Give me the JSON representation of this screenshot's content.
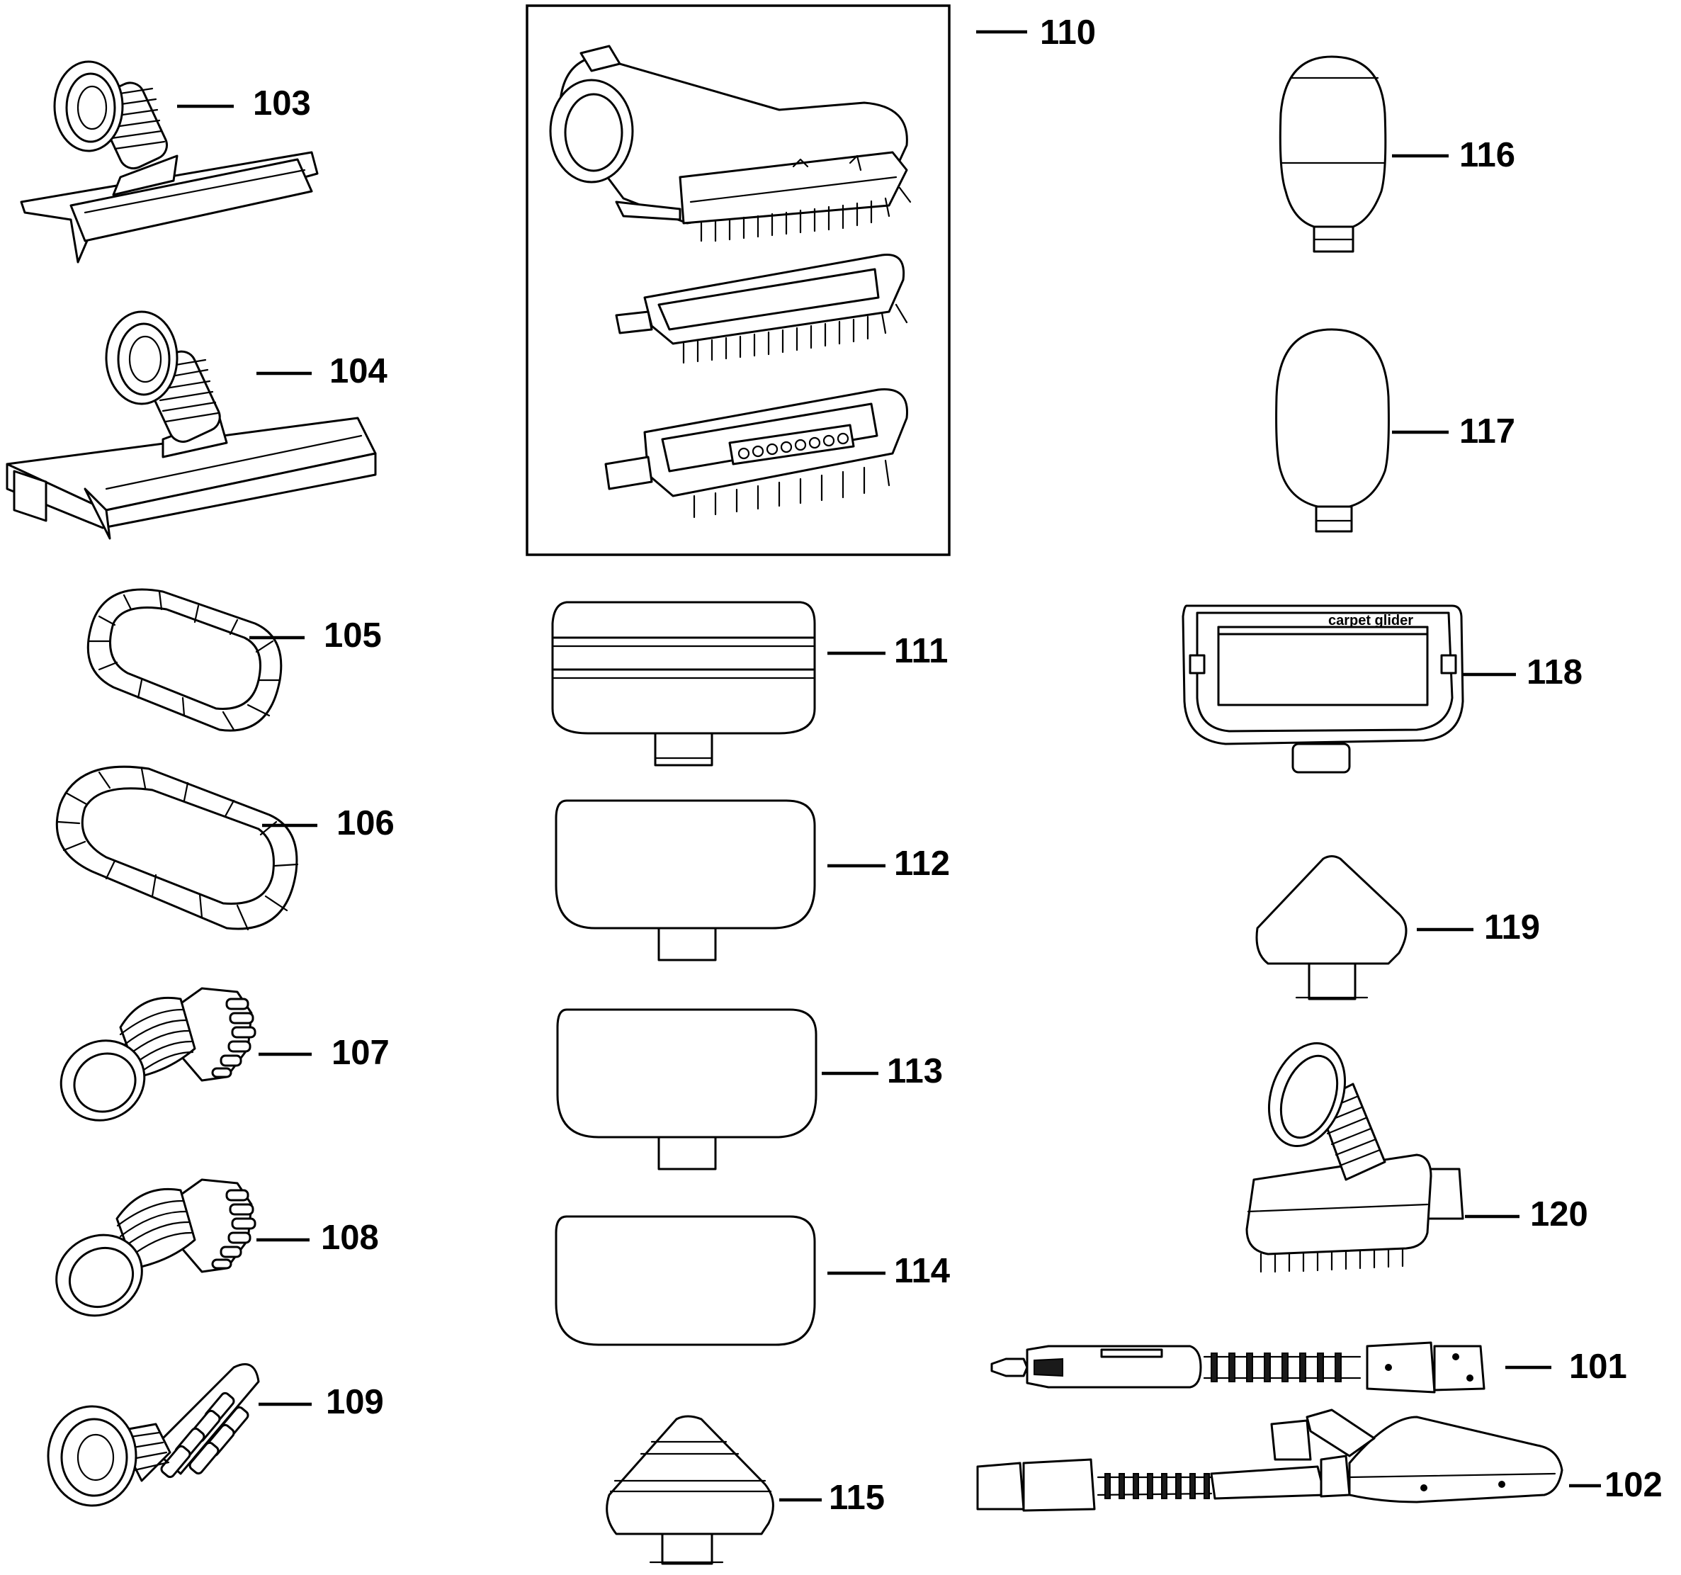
{
  "parts": [
    {
      "id": "p101",
      "number": "101"
    },
    {
      "id": "p102",
      "number": "102"
    },
    {
      "id": "p103",
      "number": "103"
    },
    {
      "id": "p104",
      "number": "104"
    },
    {
      "id": "p105",
      "number": "105"
    },
    {
      "id": "p106",
      "number": "106"
    },
    {
      "id": "p107",
      "number": "107"
    },
    {
      "id": "p108",
      "number": "108"
    },
    {
      "id": "p109",
      "number": "109"
    },
    {
      "id": "p110",
      "number": "110"
    },
    {
      "id": "p111",
      "number": "111"
    },
    {
      "id": "p112",
      "number": "112"
    },
    {
      "id": "p113",
      "number": "113"
    },
    {
      "id": "p114",
      "number": "114"
    },
    {
      "id": "p115",
      "number": "115"
    },
    {
      "id": "p116",
      "number": "116"
    },
    {
      "id": "p117",
      "number": "117"
    },
    {
      "id": "p118",
      "number": "118"
    },
    {
      "id": "p119",
      "number": "119"
    },
    {
      "id": "p120",
      "number": "120"
    }
  ],
  "carpet_glider_brand_text": "carpet glider"
}
